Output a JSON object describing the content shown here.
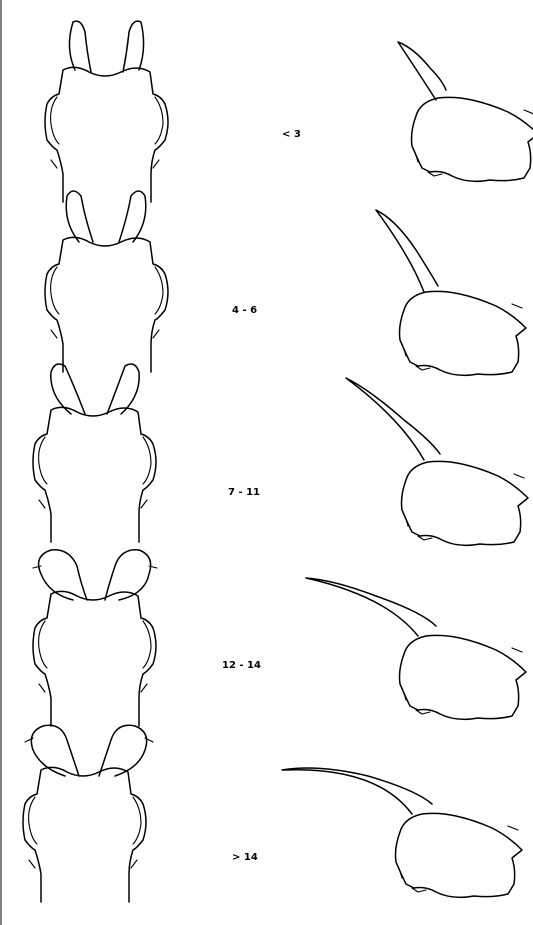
{
  "stages": [
    {
      "label": "< 3"
    },
    {
      "label": "4 - 6"
    },
    {
      "label": "7 - 11"
    },
    {
      "label": "12 - 14"
    },
    {
      "label": "> 14"
    }
  ]
}
